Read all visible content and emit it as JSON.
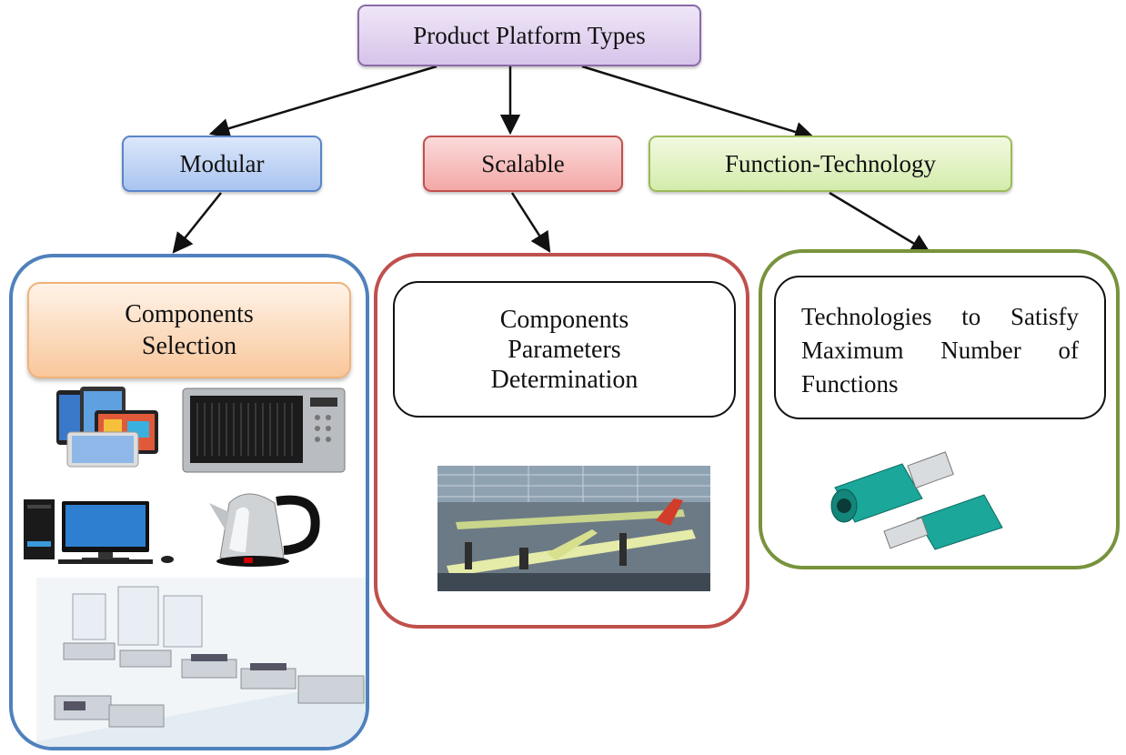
{
  "root": {
    "label": "Product Platform Types"
  },
  "categories": {
    "modular": "Modular",
    "scalable": "Scalable",
    "function_technology": "Function-Technology"
  },
  "modular_panel": {
    "line1": "Components",
    "line2": "Selection"
  },
  "scalable_panel": {
    "line1": "Components",
    "line2": "Parameters",
    "line3": "Determination"
  },
  "function_panel": {
    "text": "Technologies to Satisfy Maximum Number of Functions"
  },
  "colors": {
    "purple": "#8b6aa8",
    "blue": "#4f81bd",
    "red": "#c0504d",
    "green": "#77933c",
    "orange": "#f0b27a"
  }
}
